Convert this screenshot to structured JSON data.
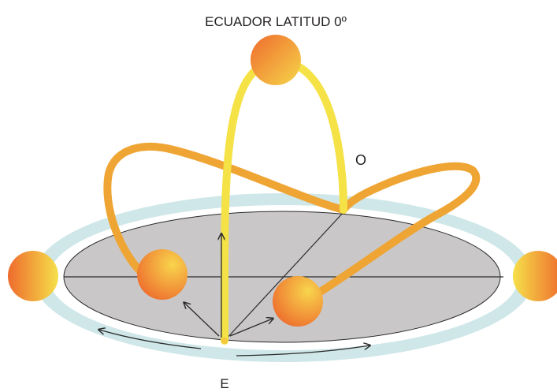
{
  "diagram": {
    "title": "ECUADOR LATITUD 0º",
    "label_o": "O",
    "label_e": "E"
  },
  "colors": {
    "horizon_ring": "#cfe7e8",
    "horizon_plane": "#c9c7c8",
    "plane_outline": "#2b2b2b",
    "equator_arc": "#f4e246",
    "sun_paths": "#efa534",
    "sun_light": "#f6d04a",
    "sun_dark": "#ee6b2d",
    "arrows": "#2b2b2b"
  }
}
